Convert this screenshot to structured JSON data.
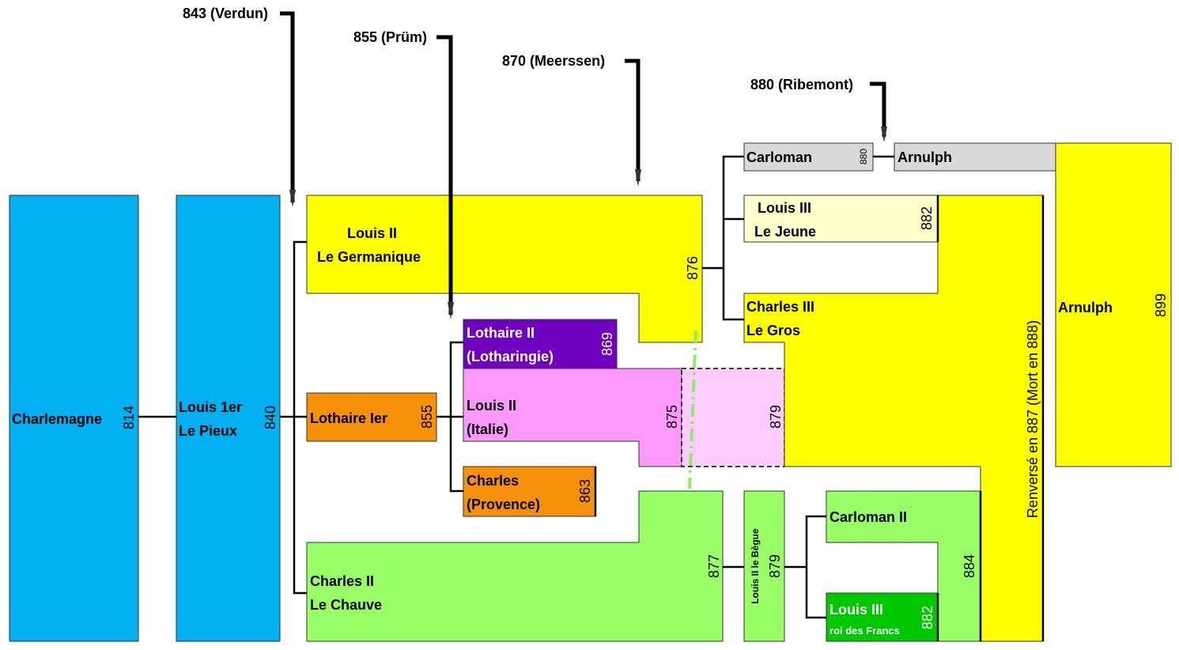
{
  "treaties": {
    "verdun": "843 (Verdun)",
    "prum": "855 (Prüm)",
    "meerssen": "870 (Meerssen)",
    "ribemont": "880 (Ribemont)"
  },
  "rulers": {
    "charlemagne": {
      "name": "Charlemagne",
      "year": "814"
    },
    "louis_pieux": {
      "line1": "Louis 1er",
      "line2": "Le Pieux",
      "year": "840"
    },
    "louis_germanique": {
      "line1": "Louis II",
      "line2": "Le Germanique",
      "year": "876"
    },
    "lothaire_1": {
      "name": "Lothaire Ier",
      "year": "855"
    },
    "lothaire_2": {
      "line1": "Lothaire II",
      "line2": "(Lotharingie)",
      "year": "869"
    },
    "louis_2_italie": {
      "line1": "Louis II",
      "line2": "(Italie)",
      "year": "875",
      "year_b": "879"
    },
    "charles_provence": {
      "line1": "Charles",
      "line2": "(Provence)",
      "year": "863"
    },
    "charles_chauve": {
      "line1": "Charles II",
      "line2": "Le Chauve",
      "year": "877"
    },
    "carloman": {
      "name": "Carloman",
      "year": "880"
    },
    "arnulph_top": {
      "name": "Arnulph"
    },
    "louis_3_jeune": {
      "line1": "Louis III",
      "line2": "Le Jeune",
      "year": "882"
    },
    "charles_gros": {
      "line1": "Charles III",
      "line2": "Le Gros",
      "note": "Renversé en 887 (Mort en 888)"
    },
    "arnulph": {
      "name": "Arnulph",
      "year": "899"
    },
    "louis_begue": {
      "name": "Louis II le Bègue",
      "year": "879"
    },
    "carloman_2": {
      "name": "Carloman II",
      "year": "884"
    },
    "louis_3_francs": {
      "line1": "Louis III",
      "line2": "roi des Francs",
      "year": "882"
    }
  },
  "colors": {
    "blue": "#00b0f0",
    "yellow": "#ffff00",
    "orange": "#f79009",
    "purple": "#7000c0",
    "pink": "#ff99ff",
    "light_pink": "#ffccff",
    "green": "#99ff66",
    "dark_green": "#00c800",
    "gray": "#d9d9d9",
    "cream": "#ffffcc",
    "dash_green": "#88ee66"
  }
}
